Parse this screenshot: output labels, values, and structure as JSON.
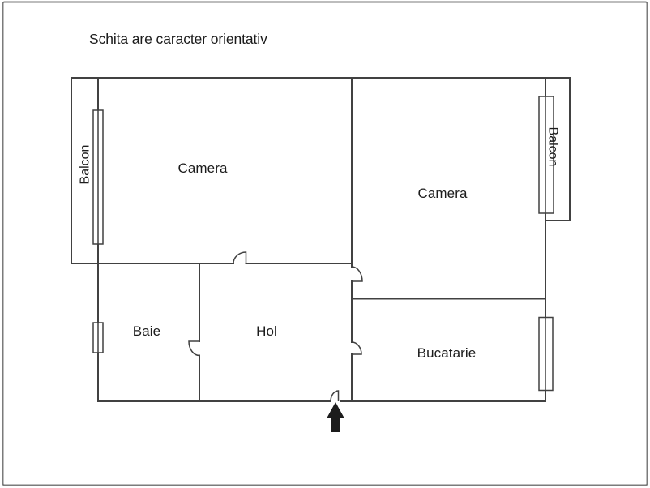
{
  "title": "Schita are caracter orientativ",
  "rooms": {
    "camera_left": {
      "label": "Camera"
    },
    "camera_right": {
      "label": "Camera"
    },
    "baie": {
      "label": "Baie"
    },
    "hol": {
      "label": "Hol"
    },
    "bucatarie": {
      "label": "Bucatarie"
    },
    "balcon_left": {
      "label": "Balcon"
    },
    "balcon_right": {
      "label": "Balcon"
    }
  },
  "entrance": {
    "icon": "up-arrow-icon"
  },
  "colors": {
    "wall": "#414141",
    "frame": "#7b7b7b",
    "text": "#1c1c1c",
    "arrow": "#1c1c1c",
    "background": "#ffffff"
  }
}
